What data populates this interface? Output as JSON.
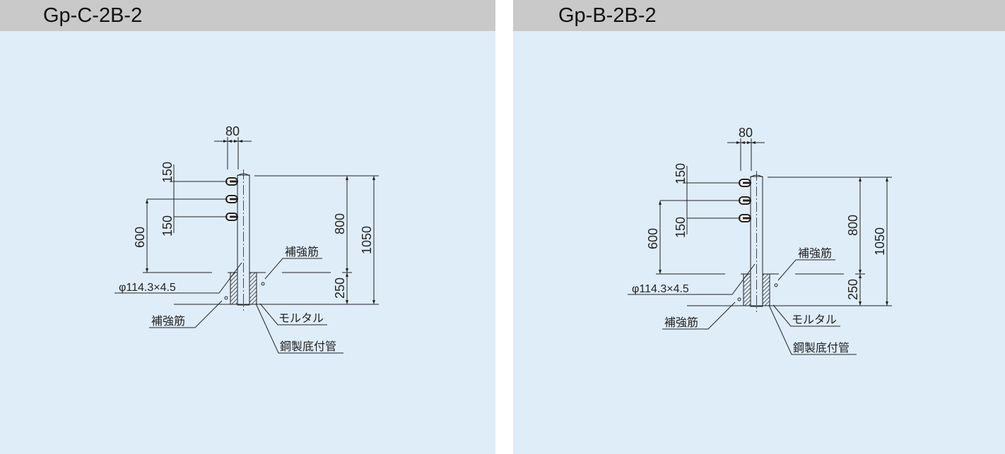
{
  "panels": [
    {
      "title": "Gp-C-2B-2",
      "labels": {
        "post_spacing": "80",
        "rail_spacing_upper": "150",
        "rail_spacing_lower": "150",
        "rail_height": "600",
        "top_height": "800",
        "total_height": "1050",
        "embed_depth": "250",
        "pipe_spec": "φ114.3×4.5",
        "rebar_right": "補強筋",
        "rebar_left": "補強筋",
        "mortar": "モルタル",
        "steel_sleeve": "鋼製底付管"
      }
    },
    {
      "title": "Gp-B-2B-2",
      "labels": {
        "post_spacing": "80",
        "rail_spacing_upper": "150",
        "rail_spacing_lower": "150",
        "rail_height": "600",
        "top_height": "800",
        "total_height": "1050",
        "embed_depth": "250",
        "pipe_spec": "φ114.3×4.5",
        "rebar_right": "補強筋",
        "rebar_left": "補強筋",
        "mortar": "モルタル",
        "steel_sleeve": "鋼製底付管"
      }
    }
  ],
  "colors": {
    "background": "#dfedf9",
    "header": "#c9c9c9",
    "line": "#222222"
  }
}
